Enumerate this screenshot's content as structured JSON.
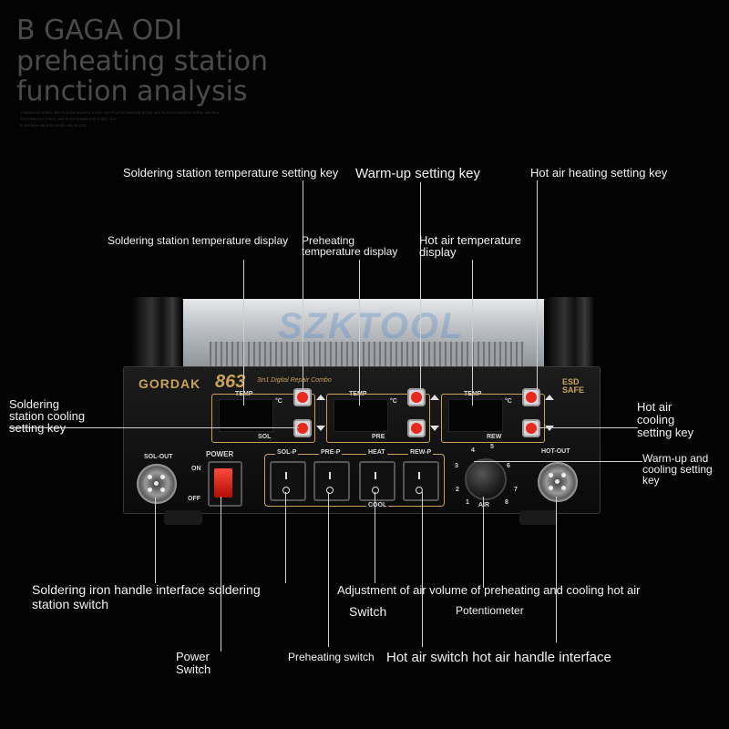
{
  "heading": {
    "line1": "B GAGA ODI",
    "line2": "preheating station",
    "line3": "function analysis",
    "fine_print": [
      "TYNNNLOG STEEL 40V PLATED NALESS STEEL 40V PLATED NALESS STEEL 40V PLATED NALESS STEEL 40V PLA",
      "TOSTNNLESS STEEL 40V PLATOSTNNLESS STEEL 40V",
      "P. ATEDDA NALESS STEEL 40V PLATE"
    ]
  },
  "callouts": {
    "sol_temp_key": "Soldering station temperature setting key",
    "warmup_key": "Warm-up setting key",
    "hotair_heat_key": "Hot air heating setting key",
    "sol_temp_display": "Soldering station temperature display",
    "preheat_display_1": "Preheating",
    "preheat_display_2": "temperature display",
    "hotair_display_1": "Hot air temperature",
    "hotair_display_2": "display",
    "sol_cool_1": "Soldering",
    "sol_cool_2": "station cooling",
    "sol_cool_3": "setting key",
    "hotair_cool_1": "Hot air",
    "hotair_cool_2": "cooling",
    "hotair_cool_3": "setting key",
    "warm_cool_1": "Warm-up and",
    "warm_cool_2": "cooling setting",
    "warm_cool_3": "key",
    "iron_iface_1": "Soldering iron handle interface soldering",
    "iron_iface_2": "station switch",
    "air_volume": "Adjustment of air volume of preheating and cooling hot air",
    "switch": "Switch",
    "potentiometer": "Potentiometer",
    "power_switch_1": "Power",
    "power_switch_2": "Switch",
    "preheat_switch": "Preheating switch",
    "hotair_iface": "Hot air switch hot air handle interface"
  },
  "device": {
    "brand": "GORDAK",
    "model": "863",
    "subtitle": "3in1 Digital Repair Combo",
    "esd_1": "ESD",
    "esd_2": "SAFE",
    "temp_label": "TEMP",
    "deg_c": "°C",
    "sol": "SOL",
    "pre": "PRE",
    "rew": "REW",
    "sol_out": "SOL-OUT",
    "hot_out": "HOT-OUT",
    "power": "POWER",
    "on": "ON",
    "off": "OFF",
    "sw_sol_p": "SOL-P",
    "sw_pre_p": "PRE-P",
    "sw_heat": "HEAT",
    "sw_rew_p": "REW-P",
    "cool": "COOL",
    "air": "AIR",
    "dial": [
      "1",
      "2",
      "3",
      "4",
      "5",
      "6",
      "7",
      "8"
    ],
    "watermark": "SZKTOOL"
  }
}
